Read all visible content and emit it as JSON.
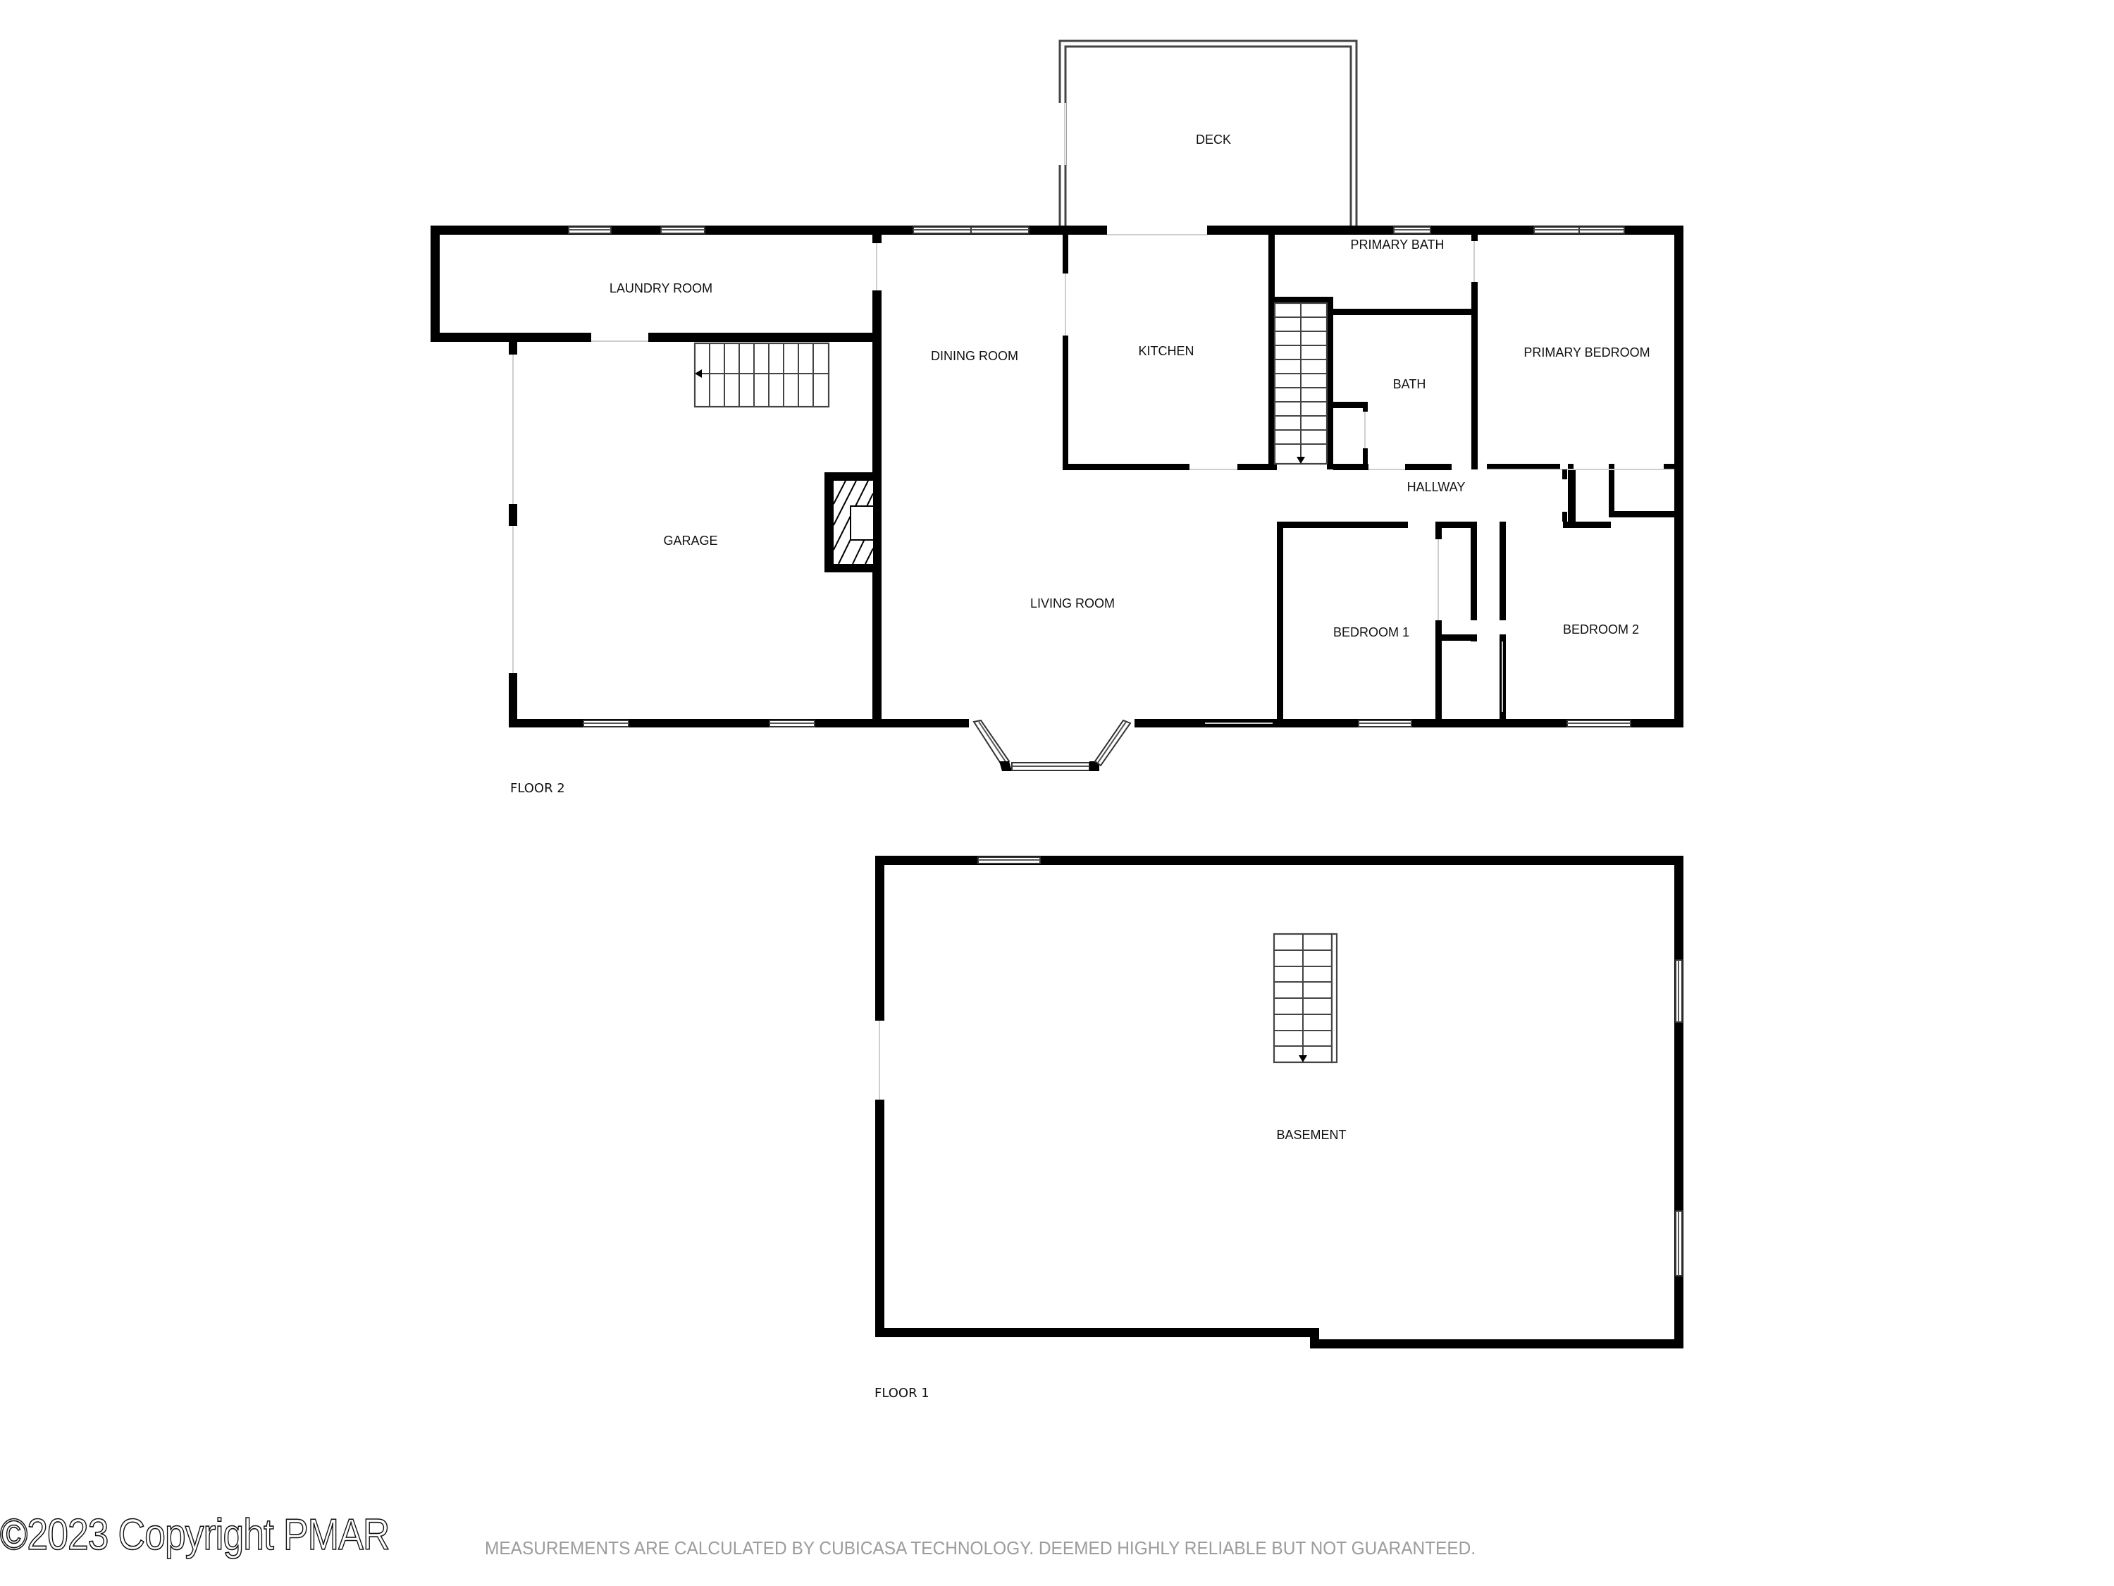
{
  "floors": [
    {
      "label": "FLOOR 2",
      "rooms": [
        {
          "name": "DECK"
        },
        {
          "name": "LAUNDRY ROOM"
        },
        {
          "name": "DINING ROOM"
        },
        {
          "name": "KITCHEN"
        },
        {
          "name": "PRIMARY BATH"
        },
        {
          "name": "BATH"
        },
        {
          "name": "PRIMARY BEDROOM"
        },
        {
          "name": "HALLWAY"
        },
        {
          "name": "GARAGE"
        },
        {
          "name": "LIVING ROOM"
        },
        {
          "name": "BEDROOM 1"
        },
        {
          "name": "BEDROOM 2"
        }
      ]
    },
    {
      "label": "FLOOR 1",
      "rooms": [
        {
          "name": "BASEMENT"
        }
      ]
    }
  ],
  "footer": {
    "copyright": "©2023 Copyright PMAR",
    "disclaimer": "MEASUREMENTS ARE CALCULATED BY CUBICASA TECHNOLOGY. DEEMED HIGHLY RELIABLE BUT NOT GUARANTEED."
  }
}
